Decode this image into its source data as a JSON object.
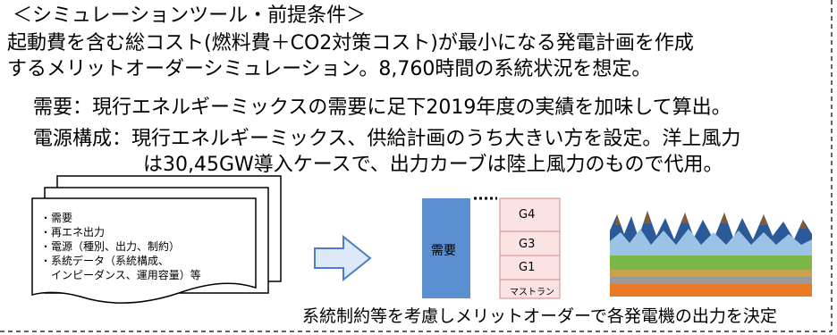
{
  "heading": "＜シミュレーションツール・前提条件＞",
  "intro_lines": [
    "起動費を含む総コスト(燃料費＋CO2対策コスト)が最小になる発電計画を作成",
    "するメリットオーダーシミュレーション。8,760時間の系統状況を想定。"
  ],
  "conditions": {
    "demand": "需要：現行エネルギーミックスの需要に足下2019年度の実績を加味して算出。",
    "supply_line1": "電源構成：現行エネルギーミックス、供給計画のうち大きい方を設定。洋上風力",
    "supply_line2": "は30,45GW導入ケースで、出力カーブは陸上風力のもので代用。"
  },
  "input_document": {
    "items": [
      "・需要",
      "・再エネ出力",
      "・電源（種別、出力、制約）",
      "・系統データ（系統構成、",
      "　インピーダンス、運用容量）等"
    ]
  },
  "merit_order": {
    "demand_label": "需要",
    "stack_labels": [
      "G4",
      "G3",
      "G1",
      "マストラン"
    ],
    "colors": {
      "demand": "#5b8fd1",
      "stack": "#fbe3e3",
      "stack_border": "#d08a8a",
      "arrow_fill": "#dde9f7",
      "arrow_stroke": "#4a7fc4"
    }
  },
  "caption": "系統制約等を考慮しメリットオーダーで各発電機の出力を決定"
}
